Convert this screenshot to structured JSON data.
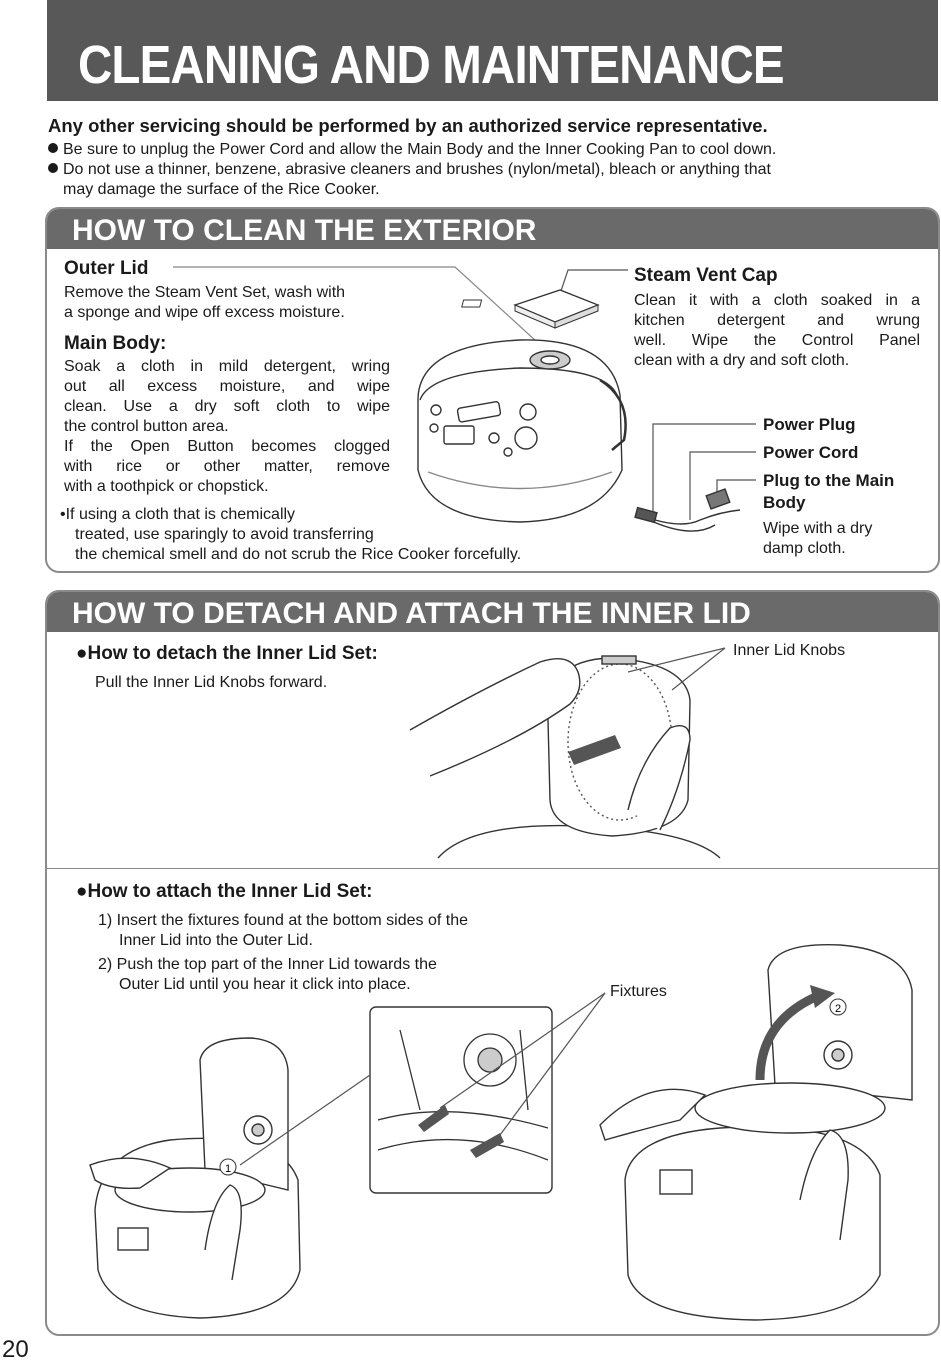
{
  "page": {
    "title": "CLEANING AND MAINTENANCE",
    "page_number": "20"
  },
  "warnings": {
    "heading": "Any other servicing should be performed by an authorized service representative.",
    "bullet1": "Be sure to unplug the Power Cord and allow the Main Body and the Inner Cooking Pan to cool down.",
    "bullet2_line1": "Do not use a thinner, benzene, abrasive cleaners and brushes (nylon/metal), bleach or anything that",
    "bullet2_line2": "may damage the surface of the Rice Cooker."
  },
  "exterior": {
    "title": "HOW TO CLEAN THE EXTERIOR",
    "outer_lid": {
      "heading": "Outer Lid",
      "line1": "Remove the Steam Vent Set, wash with",
      "line2": "a sponge and wipe off excess moisture."
    },
    "main_body": {
      "heading": "Main Body:",
      "lines": [
        "Soak a cloth in mild detergent, wring",
        "out all excess moisture, and wipe",
        "clean. Use a dry soft cloth to wipe",
        "the control button area.",
        "If the Open Button becomes clogged",
        "with rice or other matter, remove",
        "with a toothpick or chopstick."
      ]
    },
    "chemical_note": {
      "line1": "If using a cloth that is chemically",
      "line2": "treated, use sparingly to avoid transferring",
      "line3": "the chemical smell and do not scrub the Rice Cooker forcefully."
    },
    "steam_vent_cap": {
      "heading": "Steam Vent Cap",
      "lines": [
        "Clean it with a cloth soaked in a",
        "kitchen detergent and wrung",
        "well. Wipe the Control Panel",
        "clean with a dry and soft cloth."
      ]
    },
    "cord_labels": {
      "power_plug": "Power Plug",
      "power_cord": "Power Cord",
      "plug_main_line1": "Plug to the Main",
      "plug_main_line2": "Body",
      "wipe_line1": "Wipe with a dry",
      "wipe_line2": "damp cloth."
    }
  },
  "inner_lid": {
    "title": "HOW TO DETACH AND ATTACH THE INNER LID",
    "detach": {
      "heading": "How to detach the Inner Lid Set:",
      "text": "Pull the Inner Lid Knobs forward.",
      "knobs_label": "Inner Lid Knobs"
    },
    "attach": {
      "heading": "How to attach the Inner Lid Set:",
      "step1_line1": "1) Insert the fixtures found at the bottom sides of the",
      "step1_line2": "Inner Lid into the Outer Lid.",
      "step2_line1": "2) Push the top part of the Inner Lid towards the",
      "step2_line2": "Outer Lid until you hear it click into place.",
      "fixtures_label": "Fixtures",
      "marker1": "1",
      "marker2": "2"
    }
  }
}
